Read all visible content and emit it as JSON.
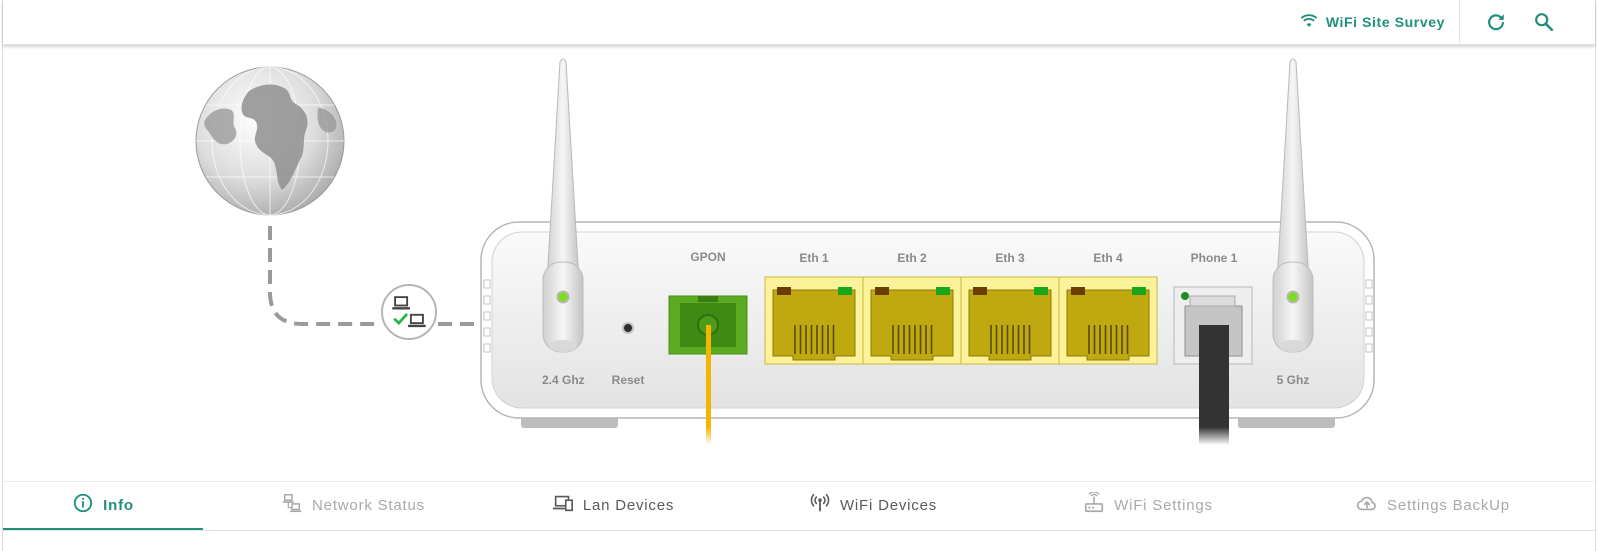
{
  "toolbar": {
    "survey_label": "WiFi Site Survey",
    "survey_icon": "wifi-icon",
    "refresh_icon": "refresh-icon",
    "zoom_icon": "zoom-icon",
    "accent": "#1f8f7c"
  },
  "diagram": {
    "globe_icon": "globe-icon",
    "status_icon": "network-connected-icon",
    "ports": {
      "antenna_left": "2.4 Ghz",
      "reset": "Reset",
      "gpon": "GPON",
      "eth1": "Eth 1",
      "eth2": "Eth 2",
      "eth3": "Eth 3",
      "eth4": "Eth 4",
      "phone1": "Phone 1",
      "antenna_right": "5 Ghz"
    },
    "colors": {
      "eth_port": "#fbf29a",
      "gpon_port": "#5aab22",
      "led_green": "#7ddd1b",
      "fiber": "#f4b400"
    }
  },
  "tabs": [
    {
      "label": "Info",
      "icon": "info-icon",
      "state": "active"
    },
    {
      "label": "Network Status",
      "icon": "network-status-icon",
      "state": "disabled"
    },
    {
      "label": "Lan Devices",
      "icon": "lan-devices-icon",
      "state": "normal"
    },
    {
      "label": "WiFi Devices",
      "icon": "wifi-devices-icon",
      "state": "normal"
    },
    {
      "label": "WiFi Settings",
      "icon": "wifi-settings-icon",
      "state": "disabled"
    },
    {
      "label": "Settings BackUp",
      "icon": "cloud-backup-icon",
      "state": "disabled"
    }
  ]
}
